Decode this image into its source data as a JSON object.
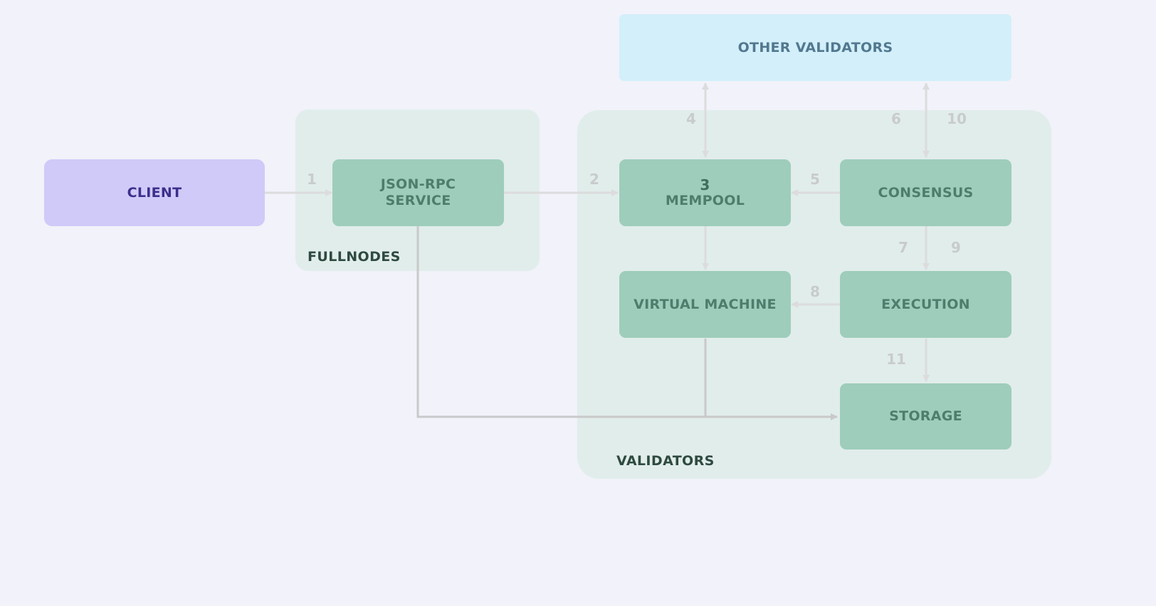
{
  "groups": {
    "fullnodes": "FULLNODES",
    "validators": "VALIDATORS"
  },
  "nodes": {
    "client": "CLIENT",
    "json_rpc_line1": "JSON-RPC",
    "json_rpc_line2": "SERVICE",
    "mempool_step": "3",
    "mempool": "MEMPOOL",
    "consensus": "CONSENSUS",
    "virtual_machine": "VIRTUAL MACHINE",
    "execution": "EXECUTION",
    "storage": "STORAGE",
    "other_validators": "OTHER VALIDATORS"
  },
  "step_labels": {
    "s1": "1",
    "s2": "2",
    "s4": "4",
    "s5": "5",
    "s6": "6",
    "s7": "7",
    "s8": "8",
    "s9": "9",
    "s10": "10",
    "s11": "11"
  },
  "colors": {
    "background": "#f1f2fa",
    "group_fill": "#e1edeb",
    "node_fill": "#9ecdbb",
    "client_fill": "#cfcaf8",
    "other_validators_fill": "#d2effa",
    "arrow_light": "#dcdcdc",
    "arrow_dark": "#c9c9c9"
  }
}
